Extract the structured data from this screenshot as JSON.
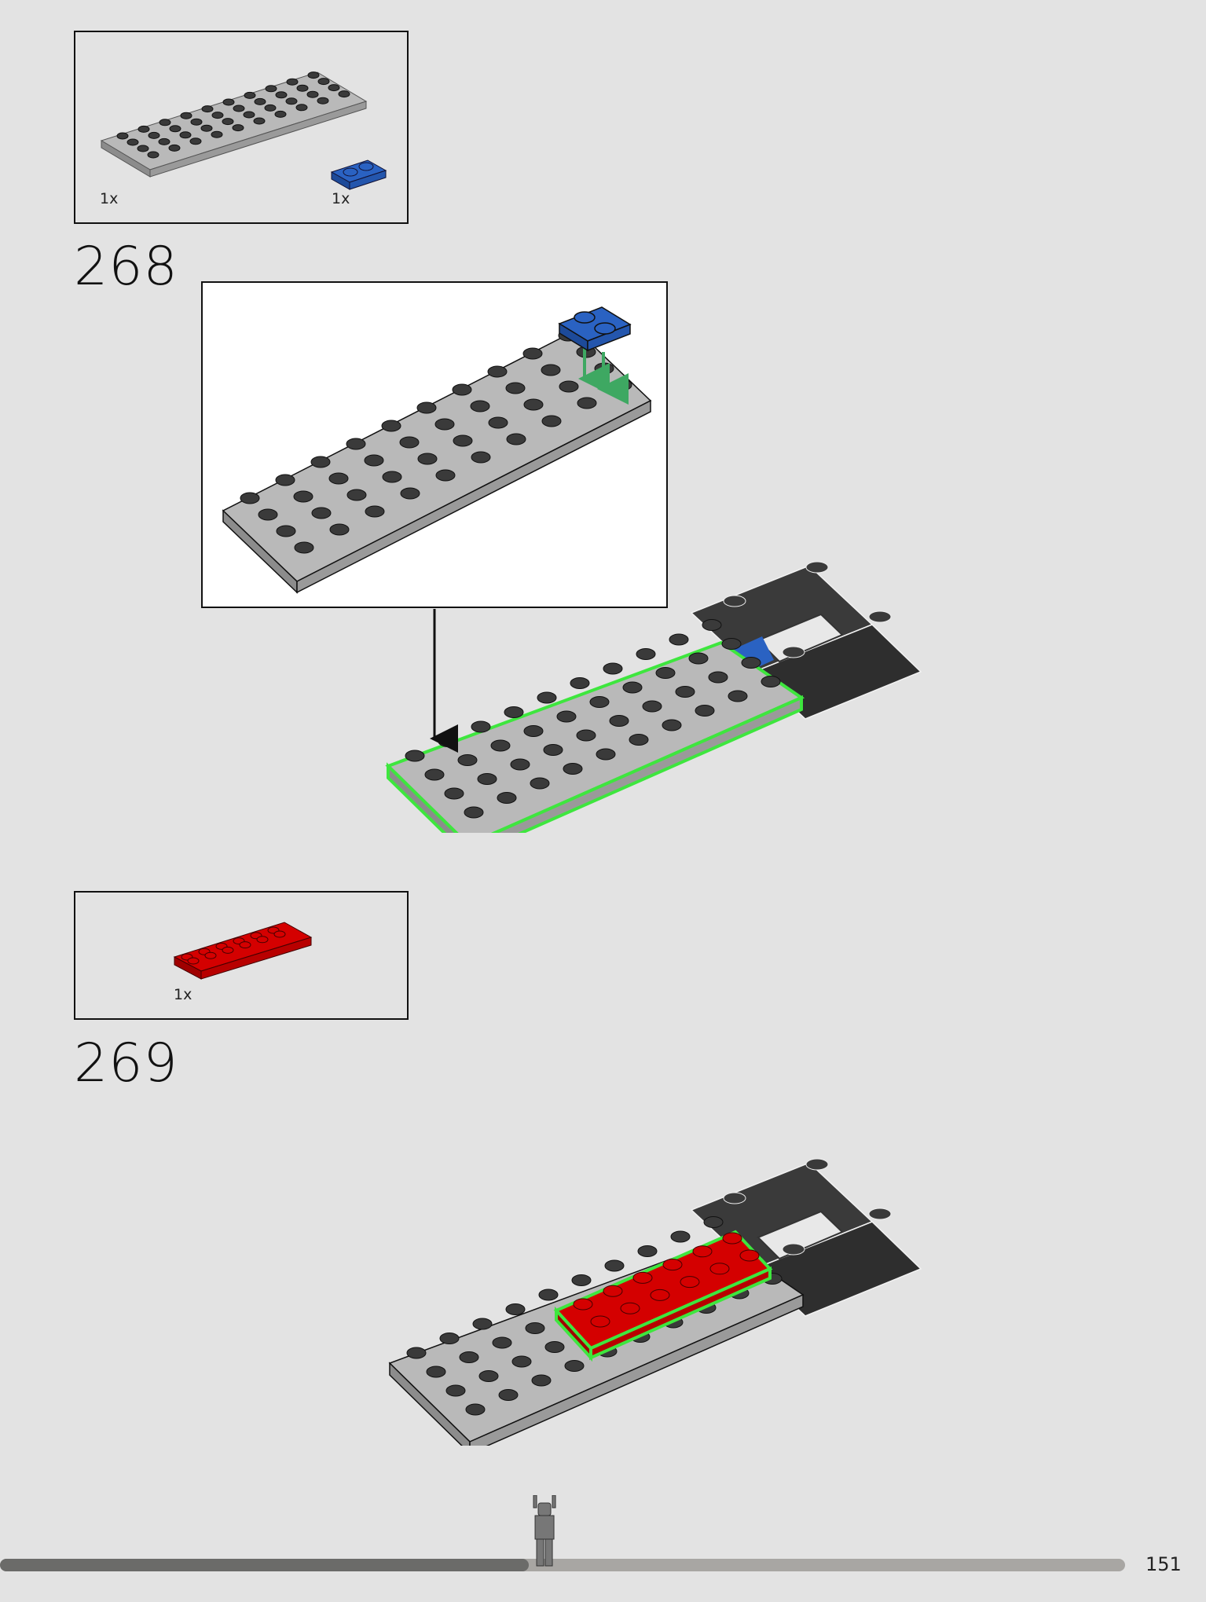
{
  "steps": [
    {
      "number": "268",
      "parts": [
        {
          "quantity": "1x",
          "color": "#9b9b9b",
          "part": "gray plate 4x10"
        },
        {
          "quantity": "1x",
          "color": "#2a62c2",
          "part": "blue plate 1x2"
        }
      ]
    },
    {
      "number": "269",
      "parts": [
        {
          "quantity": "1x",
          "color": "#d40000",
          "part": "red plate 2x6"
        }
      ]
    }
  ],
  "colors": {
    "gray": "#9b9b9b",
    "dark_gray": "#3a3a3a",
    "blue": "#2a62c2",
    "red": "#d40000",
    "highlight": "#3ee63e",
    "arrow_green": "#3ea862",
    "progress_done": "#6b6b69",
    "progress_todo": "#a8a6a3"
  },
  "page": {
    "number": "151",
    "progress": 0.47
  }
}
